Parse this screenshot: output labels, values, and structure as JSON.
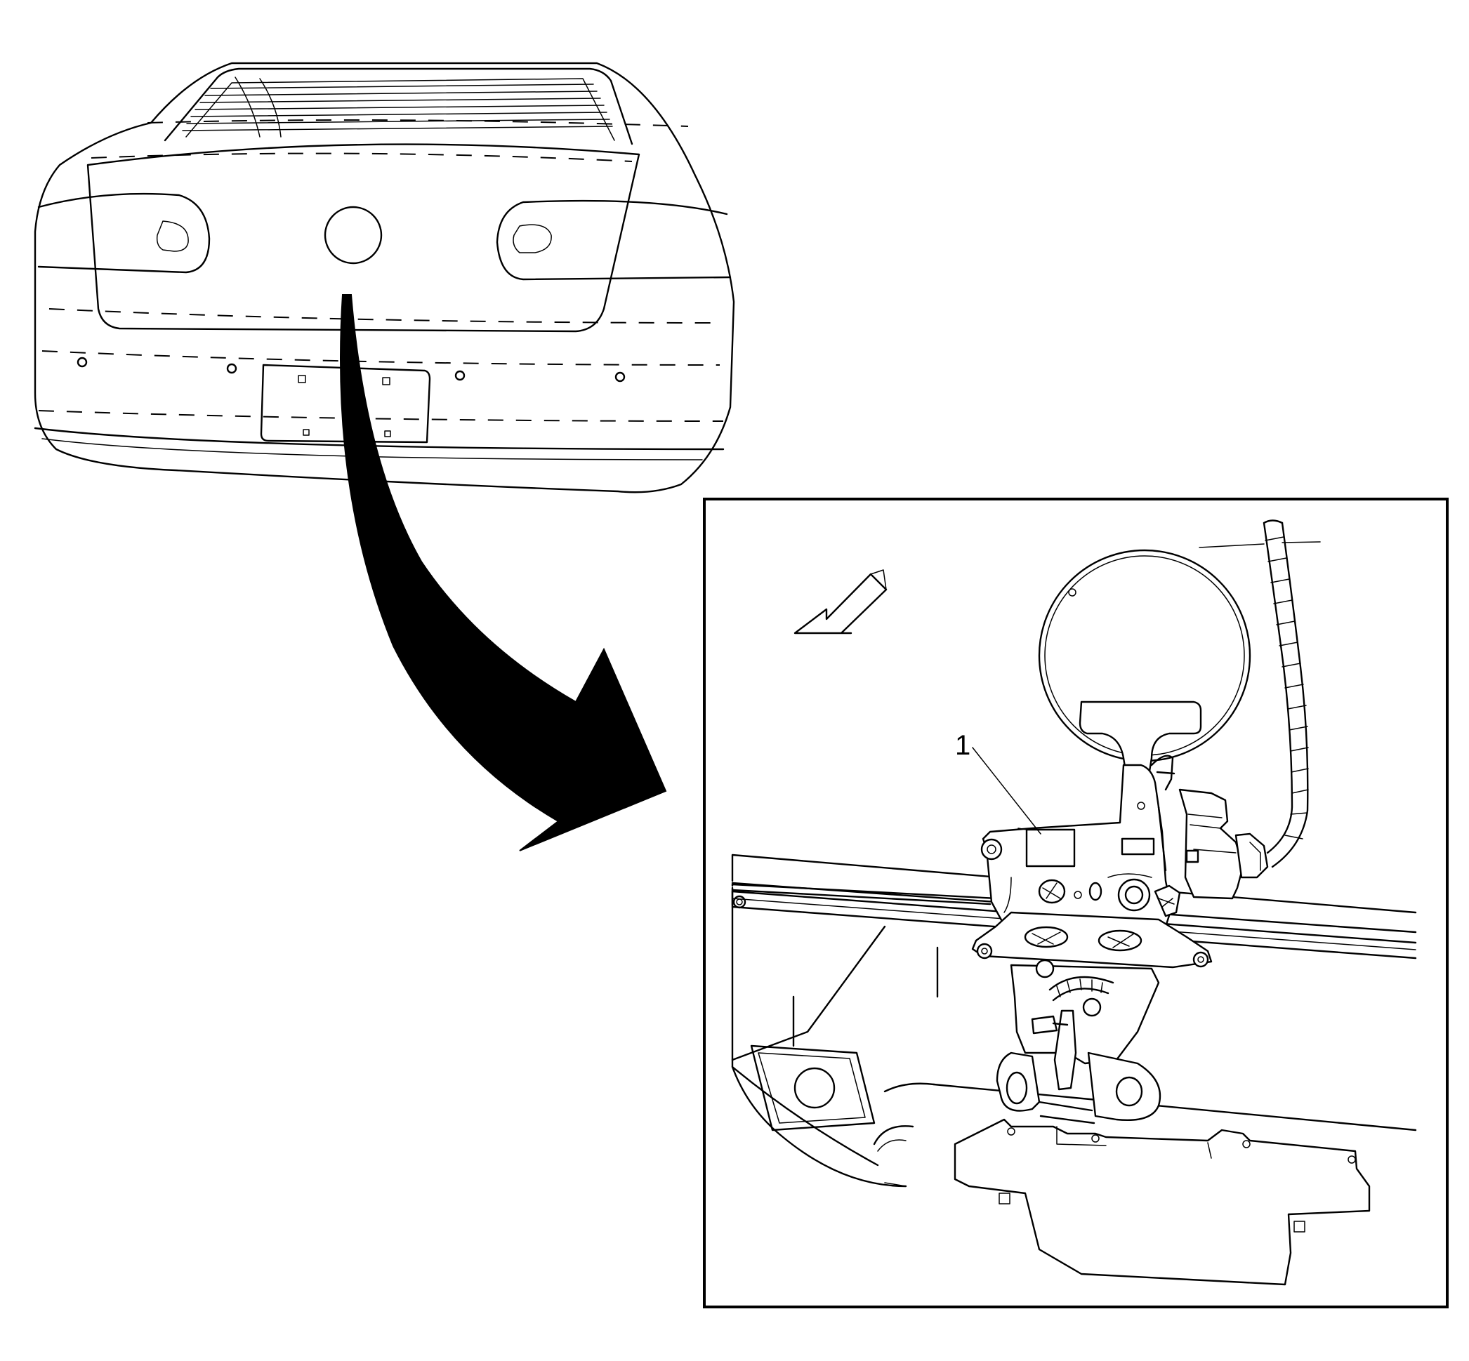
{
  "diagram": {
    "callouts": [
      {
        "label": "1",
        "target": "decklid-latch"
      }
    ],
    "overview": "vehicle-rear-view",
    "detail": "decklid-latch-detail-view",
    "colors": {
      "line": "#000000",
      "background": "#ffffff"
    }
  }
}
